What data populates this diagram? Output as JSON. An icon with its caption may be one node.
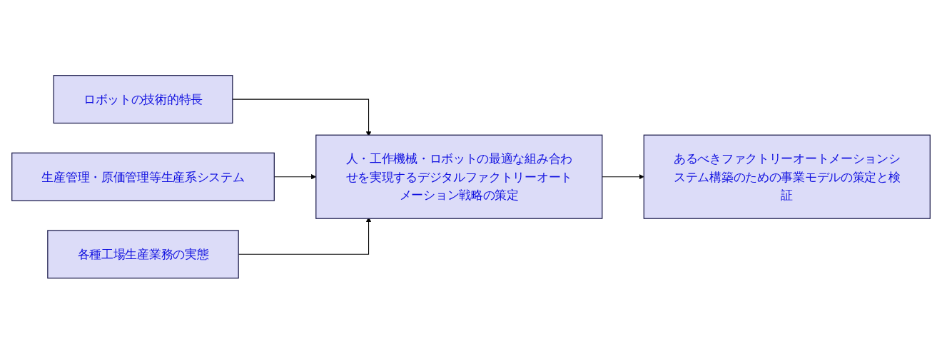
{
  "diagram": {
    "nodes": [
      {
        "text": [
          "ロボットの技術的特長"
        ]
      },
      {
        "text": [
          "生産管理・原価管理等生産系システム"
        ]
      },
      {
        "text": [
          "各種工場生産業務の実態"
        ]
      },
      {
        "text": [
          "人・工作機械・ロボットの最適な組み合わせを実現するデジタルファクトリーオートメーション戦略の策定"
        ]
      },
      {
        "text": [
          "あるべきファクトリーオートメーションシステム構築のための事業モデルの策定と検証"
        ]
      }
    ],
    "edges": [
      {
        "from": 0,
        "to": 3,
        "arrow": "to"
      },
      {
        "from": 1,
        "to": 3,
        "arrow": "to"
      },
      {
        "from": 2,
        "to": 3,
        "arrow": "to"
      },
      {
        "from": 3,
        "to": 4,
        "arrow": "to"
      }
    ]
  }
}
